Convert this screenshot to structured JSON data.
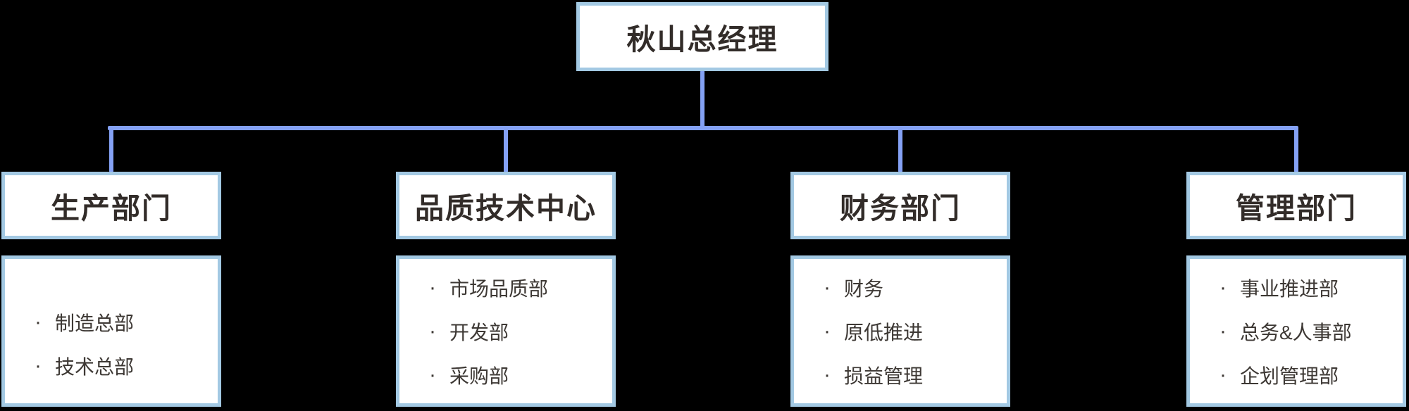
{
  "diagram": {
    "type": "org-chart",
    "bullet_char": "·",
    "root": {
      "title": "秋山总经理"
    },
    "departments": [
      {
        "title": "生产部门",
        "members": [
          "制造总部",
          "技术总部"
        ]
      },
      {
        "title": "品质技术中心",
        "members": [
          "市场品质部",
          "开发部",
          "采购部"
        ]
      },
      {
        "title": "财务部门",
        "members": [
          "财务",
          "原低推进",
          "损益管理"
        ]
      },
      {
        "title": "管理部门",
        "members": [
          "事业推进部",
          "总务&人事部",
          "企划管理部"
        ]
      }
    ],
    "colors": {
      "background": "#000000",
      "box_fill": "#FFFFFF",
      "box_border": "#A3C9E3",
      "connector": "#84A1F4",
      "heading_text": "#322C29",
      "list_text": "#3D3834"
    }
  }
}
